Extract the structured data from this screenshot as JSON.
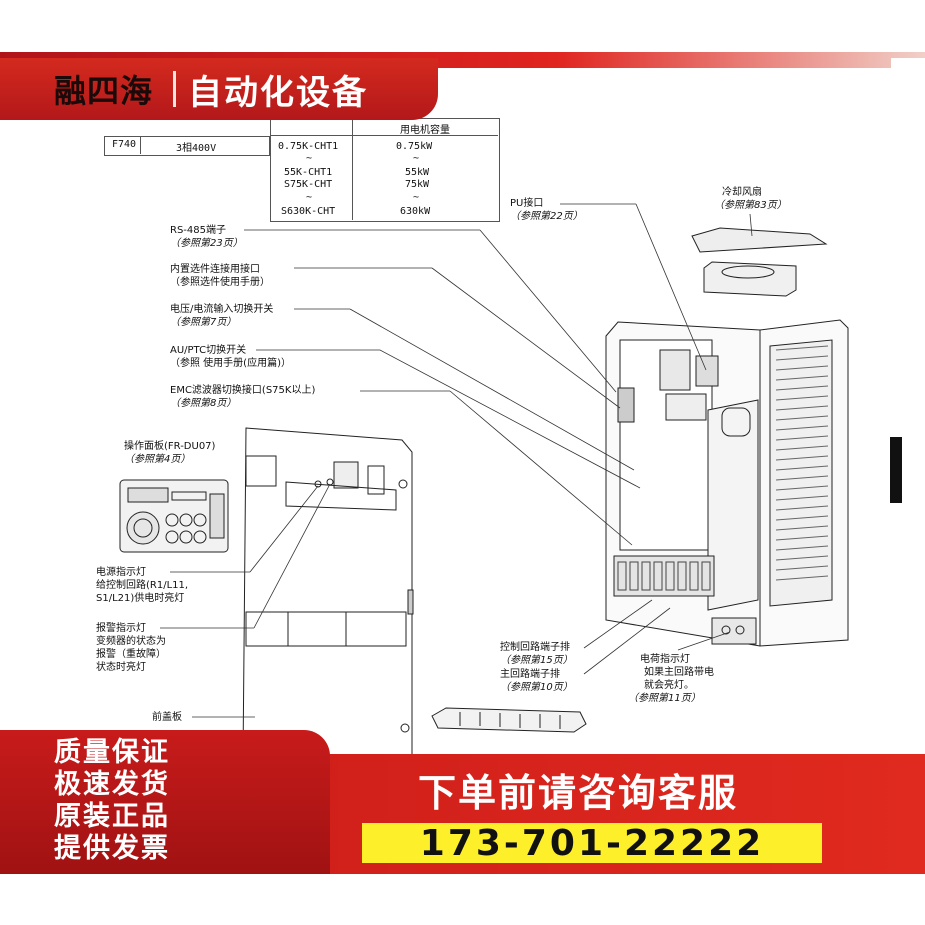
{
  "banner": {
    "brand": "融四海",
    "slogan": "自动化设备"
  },
  "spec_table": {
    "model": "F740",
    "phase": "3相400V",
    "header_right": "用电机容量",
    "rows": [
      {
        "model": "0.75K-CHT1",
        "capacity": "0.75kW"
      },
      {
        "model": "55K-CHT1",
        "capacity": "55kW"
      },
      {
        "model": "S75K-CHT",
        "capacity": "75kW"
      },
      {
        "model": "S630K-CHT",
        "capacity": "630kW"
      }
    ],
    "tilde": "~"
  },
  "callouts": {
    "pu": {
      "title": "PU接口",
      "ref": "（参照第22页）"
    },
    "fan": {
      "title": "冷却风扇",
      "ref": "（参照第83页）"
    },
    "rs485": {
      "title": "RS-485端子",
      "ref": "（参照第23页）"
    },
    "option_conn": {
      "title": "内置选件连接用接口",
      "ref": "（参照选件使用手册）"
    },
    "vi_switch": {
      "title": "电压/电流输入切换开关",
      "ref": "（参照第7页）"
    },
    "au_ptc": {
      "title": "AU/PTC切换开关",
      "ref": "（参照 使用手册(应用篇)）"
    },
    "emc": {
      "title": "EMC滤波器切换接口(S75K以上)",
      "ref": "（参照第8页）"
    },
    "panel": {
      "title": "操作面板(FR-DU07)",
      "ref": "（参照第4页）"
    },
    "power_led": {
      "lines": [
        "电源指示灯",
        "给控制回路(R1/L11,",
        "S1/L21)供电时亮灯"
      ]
    },
    "alarm_led": {
      "lines": [
        "报警指示灯",
        "变频器的状态为",
        "报警（重故障）",
        "状态时亮灯"
      ]
    },
    "front_cover": {
      "title": "前盖板"
    },
    "ctrl_terminal": {
      "title": "控制回路端子排",
      "ref": "（参照第15页）"
    },
    "main_terminal": {
      "title": "主回路端子排",
      "ref": "（参照第10页）"
    },
    "charge_led": {
      "lines": [
        "电荷指示灯",
        "如果主回路带电",
        "就会亮灯。"
      ],
      "ref": "（参照第11页）"
    }
  },
  "promo": {
    "left_lines": [
      "质量保证",
      "极速发货",
      "原装正品",
      "提供发票"
    ],
    "cta": "下单前请咨询客服",
    "phone": "173-701-22222"
  },
  "colors": {
    "brand_red": "#c81b1b",
    "phone_bg": "#fdf02a",
    "text": "#111111"
  }
}
